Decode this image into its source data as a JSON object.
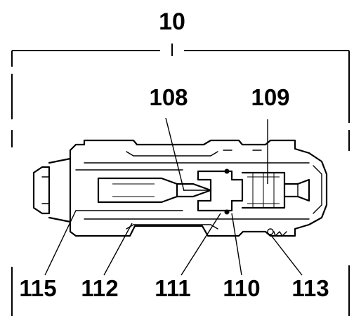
{
  "assembly": {
    "number": "10"
  },
  "callouts": {
    "c108": "108",
    "c109": "109",
    "c115": "115",
    "c112": "112",
    "c111": "111",
    "c110": "110",
    "c113": "113"
  }
}
